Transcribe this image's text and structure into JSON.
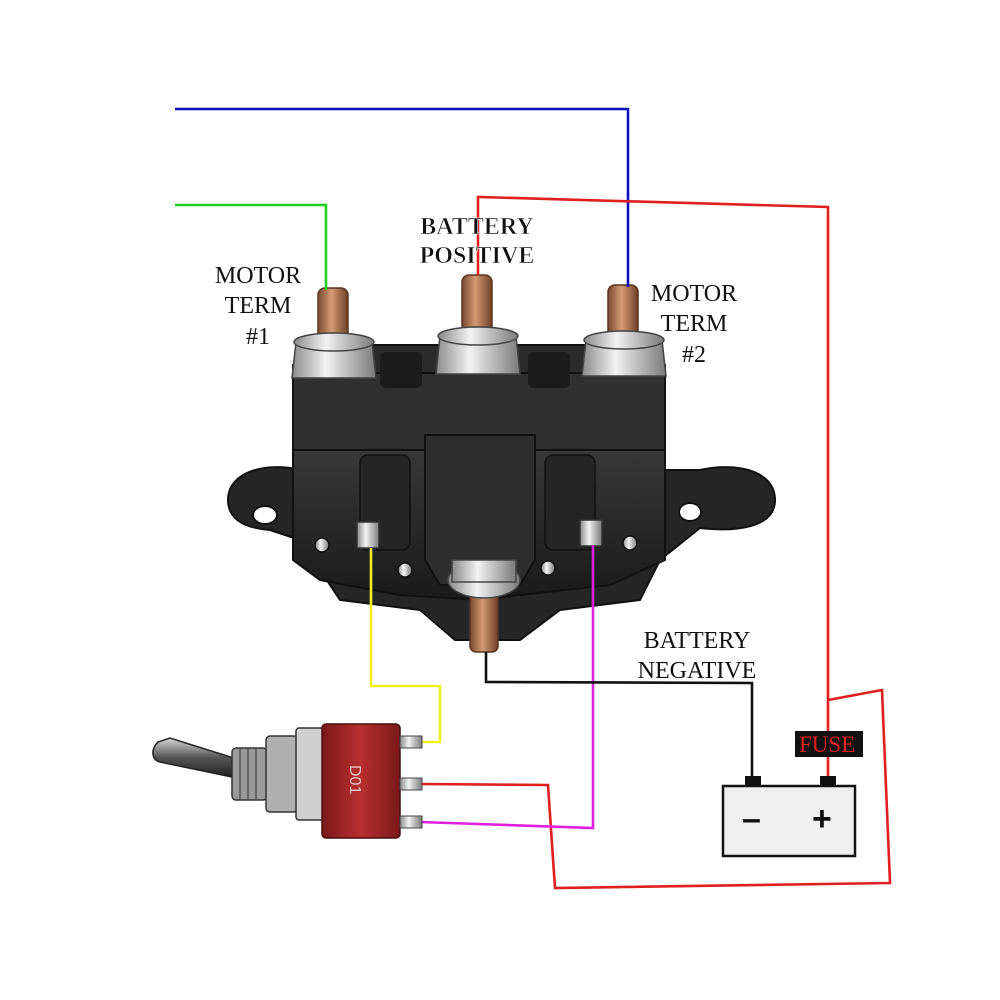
{
  "labels": {
    "motor1_line1": "MOTOR",
    "motor1_line2": "TERM",
    "motor1_line3": "#1",
    "motor2_line1": "MOTOR",
    "motor2_line2": "TERM",
    "motor2_line3": "#2",
    "batpos_line1": "BATTERY",
    "batpos_line2": "POSITIVE",
    "batneg_line1": "BATTERY",
    "batneg_line2": "NEGATIVE",
    "fuse": "FUSE",
    "battery_minus": "–",
    "battery_plus": "+"
  },
  "wire_colors": {
    "motor_term_2": "#1010c0",
    "motor_term_1": "#20d020",
    "battery_positive": "#e02020",
    "switch_a": "#f0f020",
    "switch_b": "#e020e0",
    "battery_negative": "#111111"
  },
  "colors": {
    "solenoid_body": "#2a2a2a",
    "copper_stud": "#b87a55",
    "fuse_bg": "#111111",
    "switch_body": "#a02020"
  }
}
